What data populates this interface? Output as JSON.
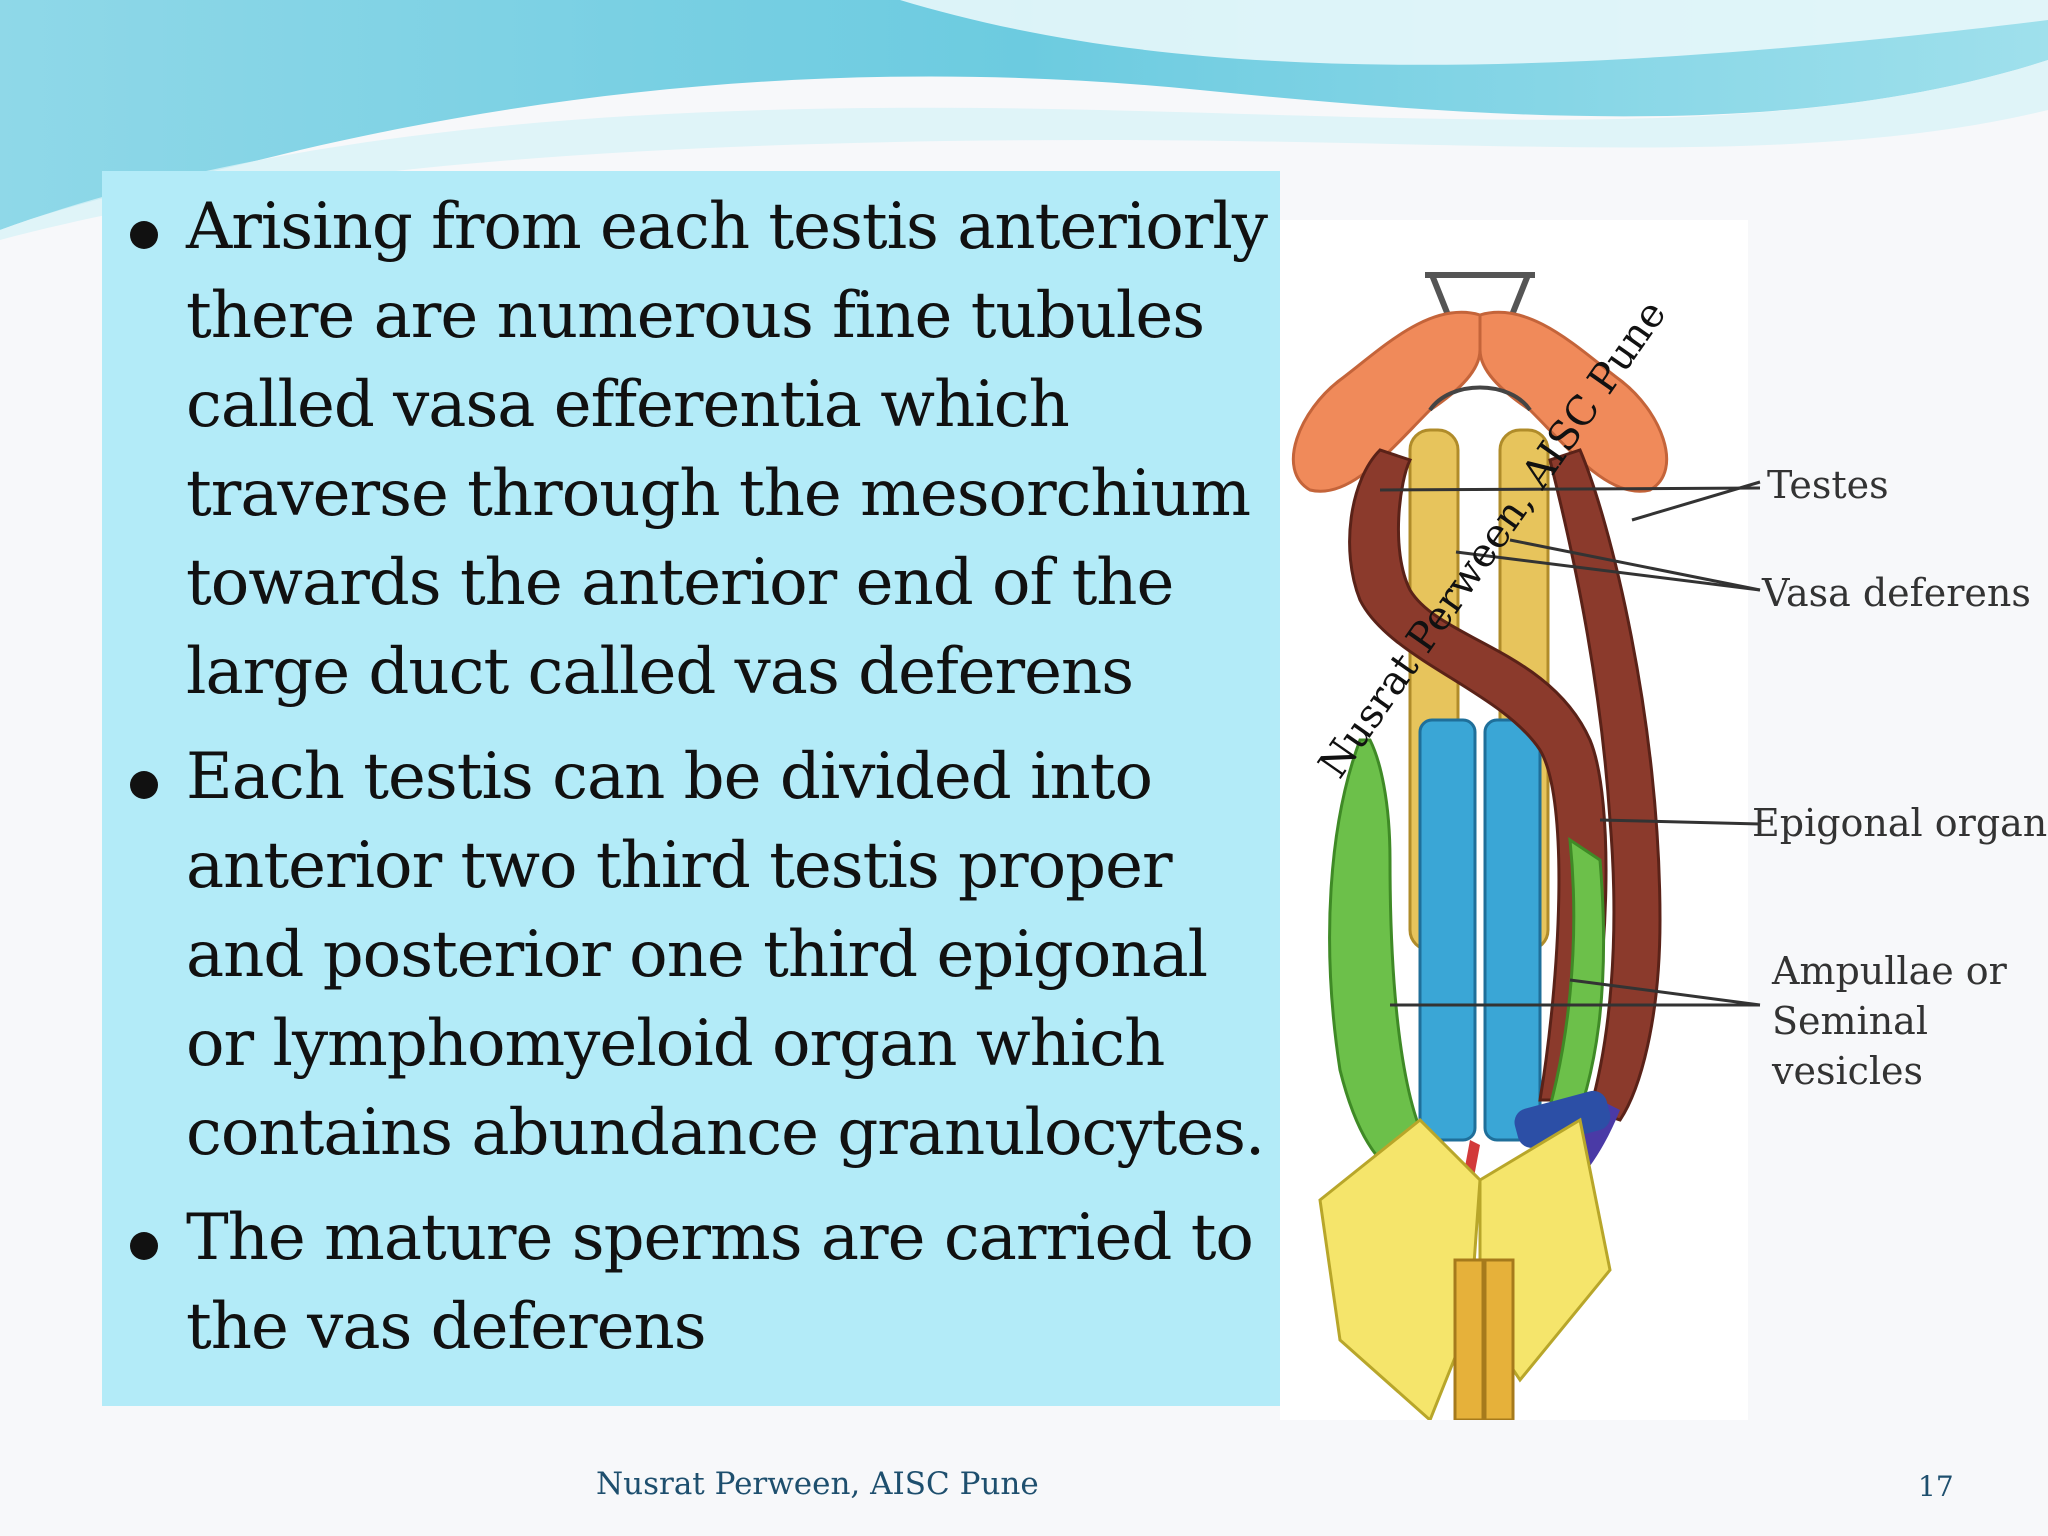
{
  "slide": {
    "bullets": [
      {
        "text": "Arising from each testis anteriorly there are numerous fine tubules called vasa efferentia which traverse through the mesorchium towards the anterior end of the large duct called vas deferens"
      },
      {
        "text": "Each testis can be divided into anterior two third testis proper and posterior one third epigonal or lymphomyeloid organ which contains abundance granulocytes."
      },
      {
        "text": "The mature sperms are carried to the vas deferens"
      }
    ],
    "figure": {
      "labels": {
        "testes": "Testes",
        "vasa_deferens": "Vasa deferens",
        "epigonal_organ": "Epigonal organ",
        "ampullae_line1": "Ampullae or",
        "ampullae_line2": "Seminal",
        "ampullae_line3": "vesicles"
      },
      "watermark": "Nusrat Perween, AISC Pune"
    },
    "footer": "Nusrat Perween, AISC Pune",
    "page_number": "17"
  },
  "colors": {
    "text_box": "#b3ebf8",
    "wave": "#5ec8de",
    "testis": "#f08a5a",
    "epigonal": "#8b3a2c",
    "kidney": "#e7c45c",
    "duct": "#3aa6d6",
    "ampullae": "#6cc04a",
    "cloaca": "#f5e56b"
  }
}
